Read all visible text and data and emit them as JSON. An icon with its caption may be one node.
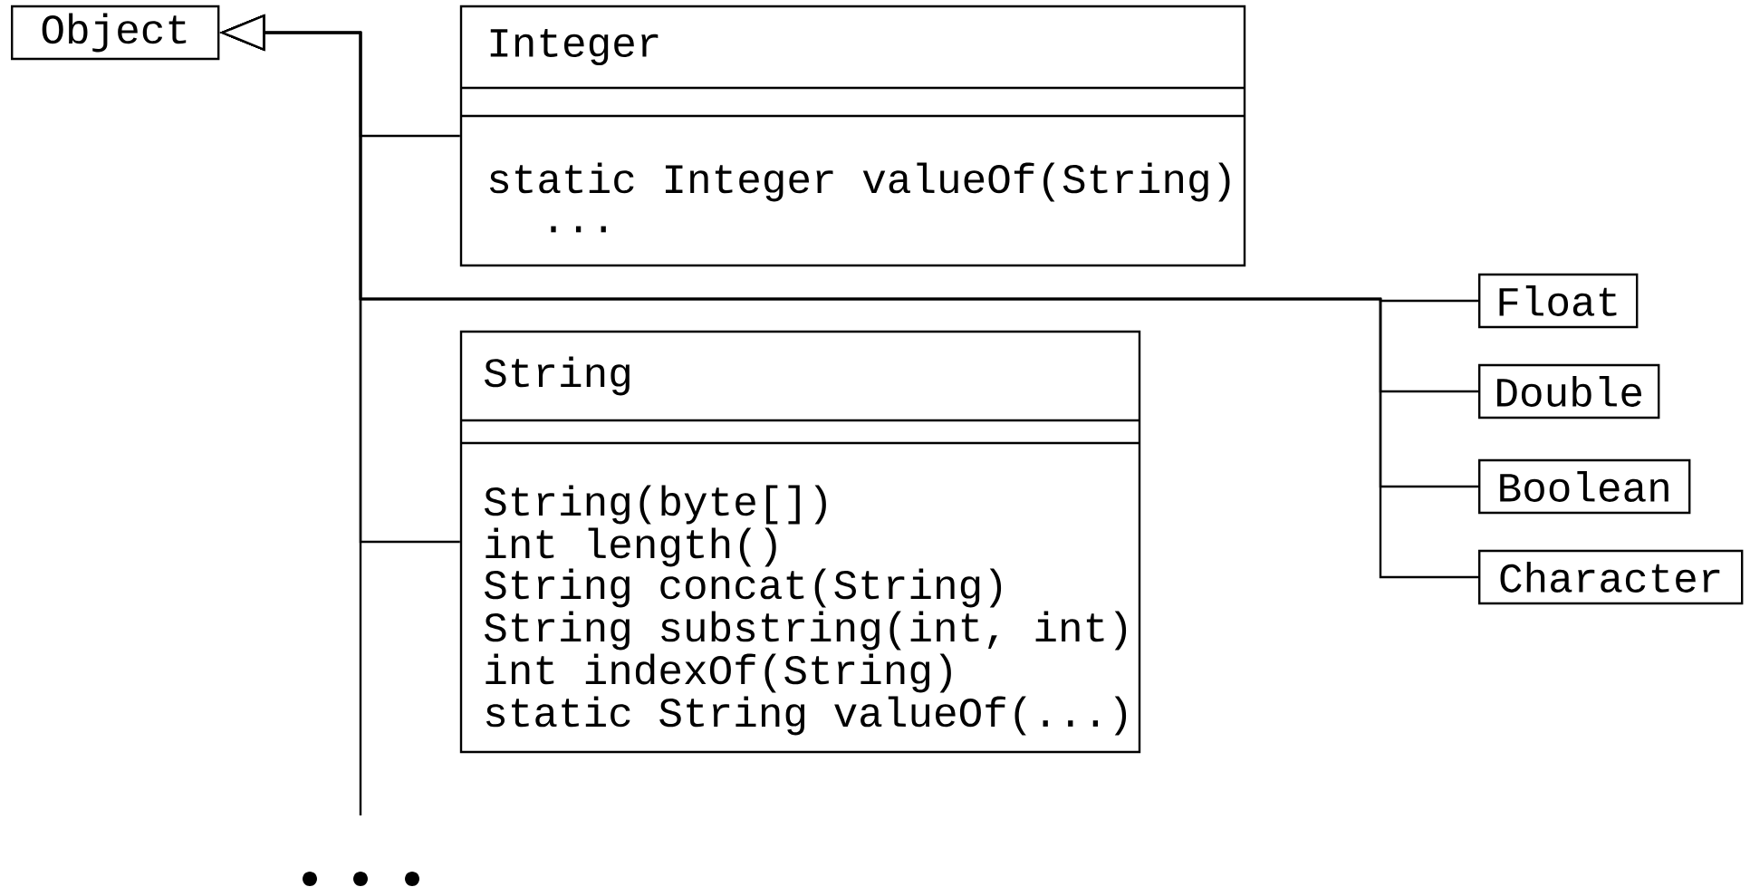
{
  "diagram": {
    "nodes": [
      {
        "text": [
          "Object"
        ]
      },
      {
        "text": [
          "Integer",
          "static Integer valueOf(String)",
          "..."
        ]
      },
      {
        "text": [
          "String",
          "String(byte[])",
          "int length()",
          "String concat(String)",
          "String substring(int, int)",
          "int indexOf(String)",
          "static String valueOf(...)"
        ]
      },
      {
        "text": [
          "Float"
        ]
      },
      {
        "text": [
          "Double"
        ]
      },
      {
        "text": [
          "Boolean"
        ]
      },
      {
        "text": [
          "Character"
        ]
      }
    ],
    "edges": [
      {
        "from": 1,
        "to": 0,
        "arrow": "to"
      },
      {
        "from": 2,
        "to": 0,
        "arrow": "to"
      },
      {
        "from": 3,
        "to": 0,
        "arrow": "to"
      },
      {
        "from": 4,
        "to": 0,
        "arrow": "to"
      },
      {
        "from": 5,
        "to": 0,
        "arrow": "to"
      },
      {
        "from": 6,
        "to": 0,
        "arrow": "to"
      }
    ]
  }
}
